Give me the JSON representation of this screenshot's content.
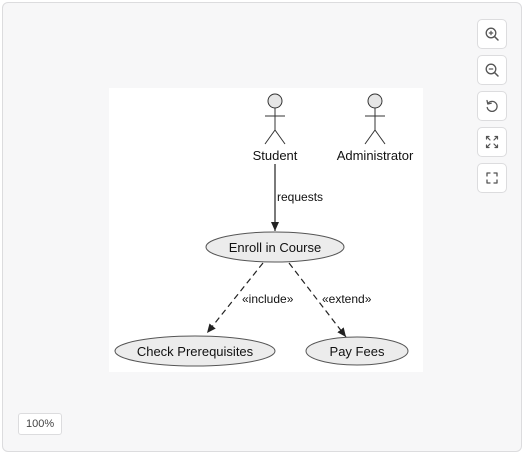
{
  "diagram": {
    "actors": [
      {
        "name": "Student"
      },
      {
        "name": "Administrator"
      }
    ],
    "use_cases": [
      {
        "name": "Enroll in Course"
      },
      {
        "name": "Check Prerequisites"
      },
      {
        "name": "Pay Fees"
      }
    ],
    "relations": [
      {
        "from": "Student",
        "to": "Enroll in Course",
        "label": "requests",
        "style": "solid"
      },
      {
        "from": "Enroll in Course",
        "to": "Check Prerequisites",
        "label": "«include»",
        "style": "dashed"
      },
      {
        "from": "Enroll in Course",
        "to": "Pay Fees",
        "label": "«extend»",
        "style": "dashed"
      }
    ]
  },
  "toolbar": {
    "buttons": [
      {
        "name": "zoom-in",
        "icon": "zoom-in-icon"
      },
      {
        "name": "zoom-out",
        "icon": "zoom-out-icon"
      },
      {
        "name": "reset",
        "icon": "reset-icon"
      },
      {
        "name": "fit",
        "icon": "fit-icon"
      },
      {
        "name": "fullscreen",
        "icon": "fullscreen-icon"
      }
    ]
  },
  "zoom": {
    "label": "100%"
  },
  "colors": {
    "use_case_fill": "#ececec",
    "actor_head_fill": "#e6e6e6",
    "stroke": "#333333"
  }
}
